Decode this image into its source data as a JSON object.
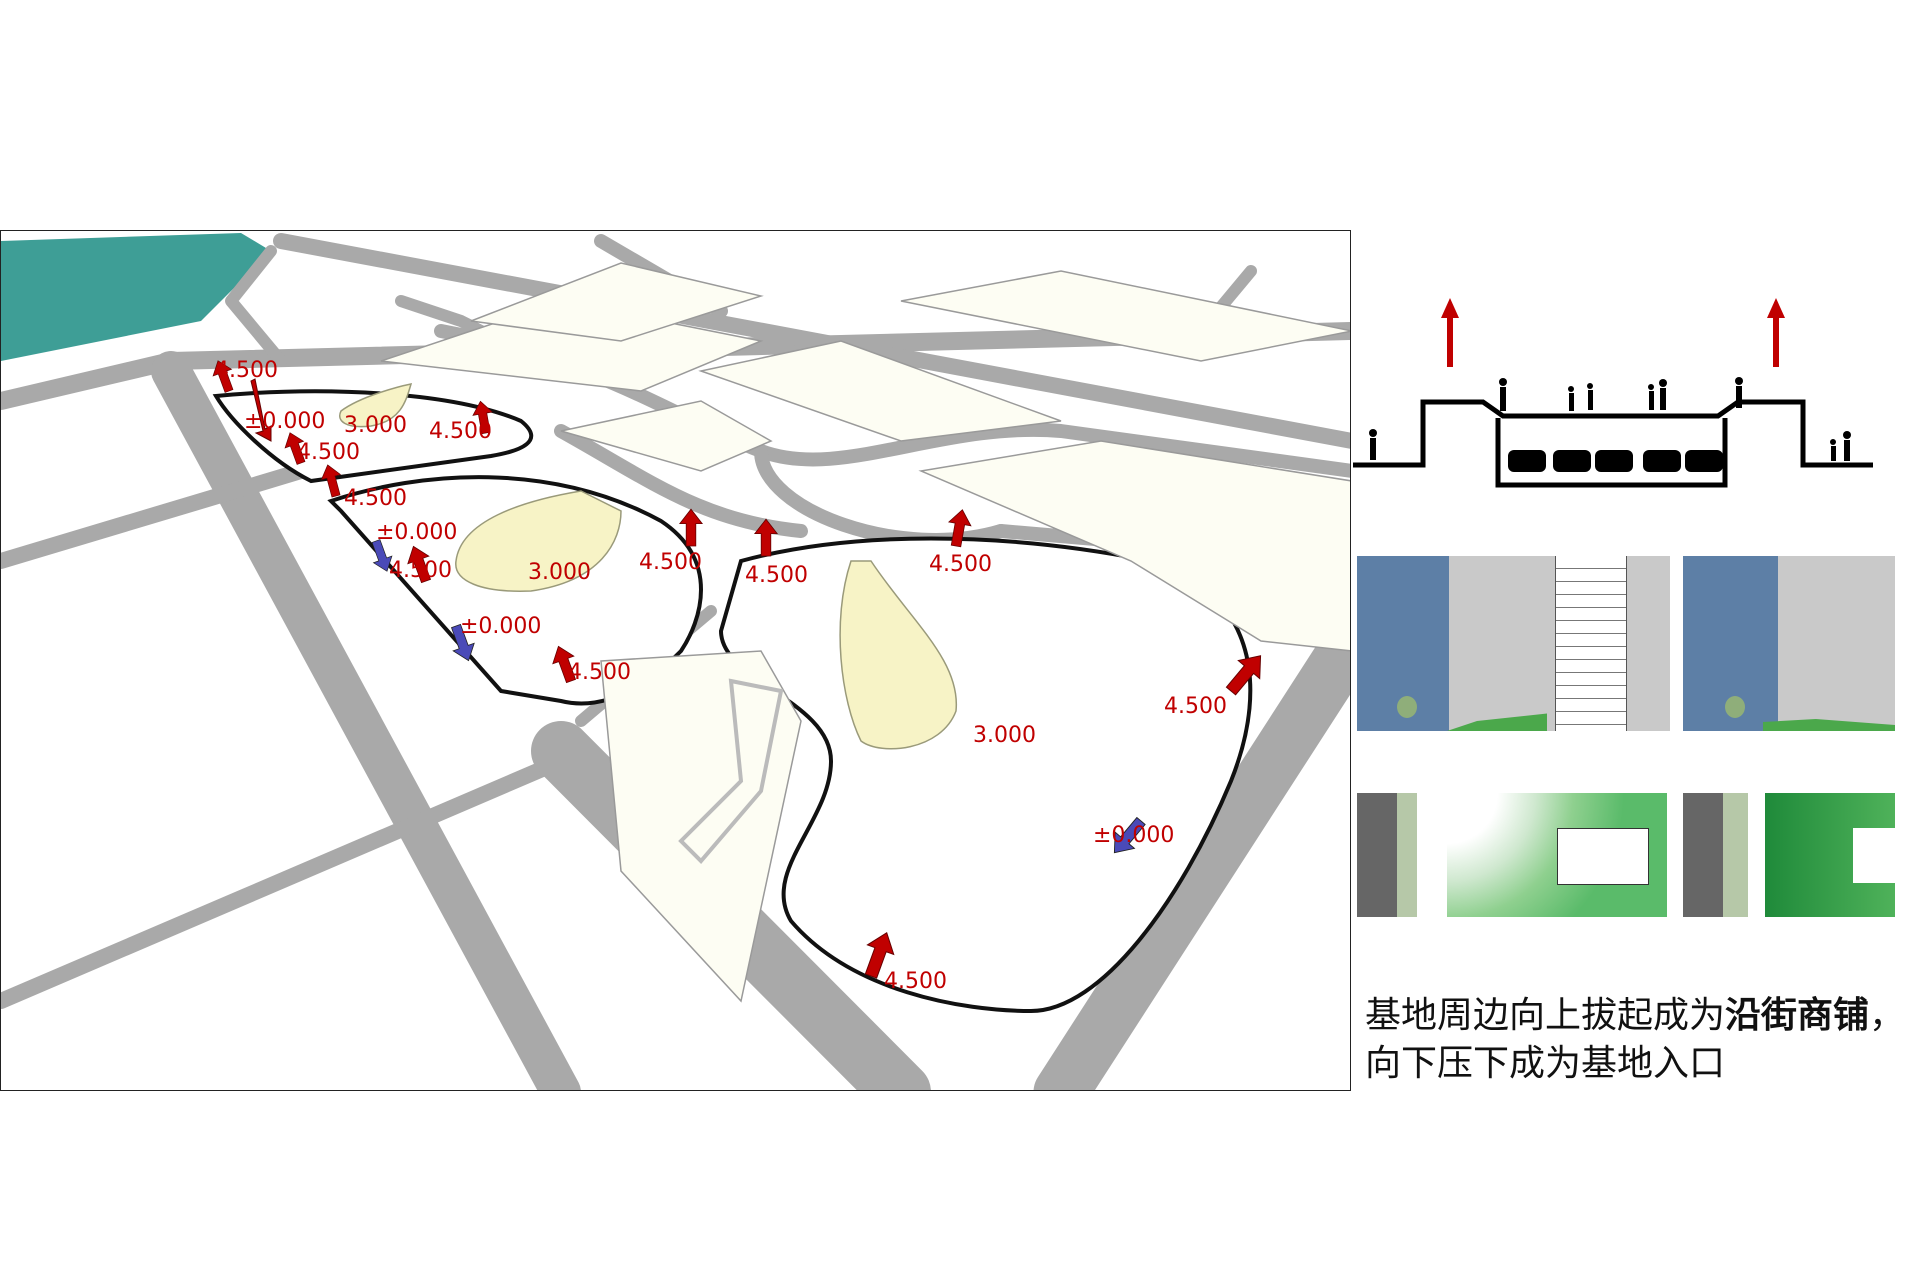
{
  "map": {
    "elevation_labels": [
      "4.500",
      "±0.000",
      "3.000",
      "4.500",
      "4.500",
      "4.500",
      "±0.000",
      "4.500",
      "3.000",
      "±0.000",
      "4.500",
      "4.500",
      "4.500",
      "4.500",
      "4.500",
      "3.000",
      "±0.000",
      "4.500"
    ],
    "colors": {
      "raise_arrow": "#c00000",
      "lower_arrow": "#4a4ab8",
      "plaza": "#f7f3c6",
      "water": "#3e9e96",
      "road": "#a8a8a8",
      "block": "#fdfdf5"
    }
  },
  "caption": {
    "line1_normal": "基地周边向上拔起成为",
    "line1_bold": "沿街商铺",
    "line1_end": "，",
    "line2": "向下压下成为基地入口"
  }
}
